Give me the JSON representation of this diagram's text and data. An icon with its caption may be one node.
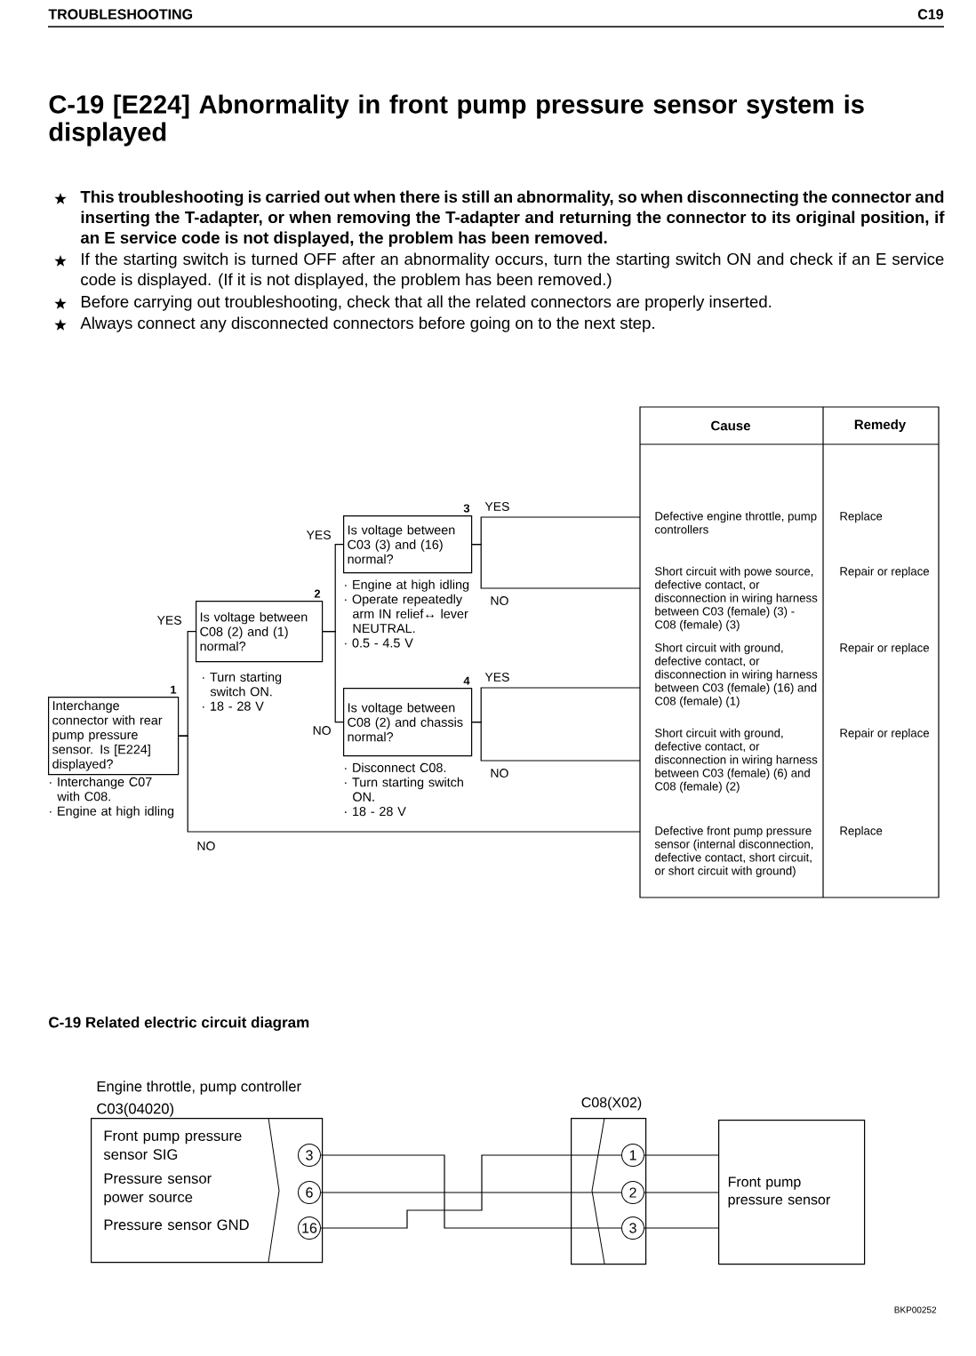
{
  "diagram": {
    "title": "C-19 [E224] Abnormality in front pump pressure sensor system is displayed",
    "nodes": [
      {
        "text": [
          "Interchange connector with rear pump pressure sensor. Is [E224] displayed?"
        ],
        "beside": [
          "1",
          "· Interchange C07 with C08.",
          "· Engine at high idling"
        ]
      },
      {
        "text": [
          "Is voltage between C08 (2) and (1) normal?"
        ],
        "beside": [
          "2",
          "· Turn starting switch ON.",
          "· 18 - 28 V"
        ]
      },
      {
        "text": [
          "Is voltage between C03 (3) and (16) normal?"
        ],
        "beside": [
          "3",
          "· Engine at high idling",
          "· Operate repeatedly arm IN relief↔ lever NEUTRAL.",
          "· 0.5 - 4.5 V"
        ]
      },
      {
        "text": [
          "Is voltage between C08 (2) and chassis normal?"
        ],
        "beside": [
          "4",
          "· Disconnect C08.",
          "· Turn starting switch ON.",
          "· 18 - 28 V"
        ]
      },
      {
        "text": [
          "Defective engine throttle, pump controllers",
          "Replace"
        ]
      },
      {
        "text": [
          "Short circuit with powe source, defective contact, or disconnection in wiring harness between C03 (female) (3) - C08 (female) (3)",
          "Repair or replace"
        ]
      },
      {
        "text": [
          "Short circuit with ground, defective contact, or disconnection in wiring harness between C03 (female) (16) and C08 (female) (1)",
          "Repair or replace"
        ]
      },
      {
        "text": [
          "Short circuit with ground, defective contact, or disconnection in wiring harness between C03 (female) (6) and C08 (female) (2)",
          "Repair or replace"
        ]
      },
      {
        "text": [
          "Defective front pump pressure sensor (internal disconnection, defective contact, short circuit, or short circuit with ground)",
          "Replace"
        ]
      },
      {
        "text": [
          "Engine throttle, pump controller",
          "C03(04020)",
          "Front pump pressure sensor SIG",
          "Pressure sensor power source",
          "Pressure sensor GND"
        ]
      },
      {
        "text": [
          "3"
        ],
        "in": 9
      },
      {
        "text": [
          "6"
        ],
        "in": 9
      },
      {
        "text": [
          "16"
        ],
        "in": 9
      },
      {
        "text": [
          "C08(X02)"
        ]
      },
      {
        "text": [
          "1"
        ],
        "in": 13
      },
      {
        "text": [
          "2"
        ],
        "in": 13
      },
      {
        "text": [
          "3"
        ],
        "in": 13
      },
      {
        "text": [
          "Front pump pressure sensor"
        ]
      }
    ],
    "edges": [
      {
        "from": 0,
        "to": 1,
        "arrow": "none",
        "label": "YES"
      },
      {
        "from": 0,
        "to": 8,
        "arrow": "none",
        "label": "NO"
      },
      {
        "from": 1,
        "to": 2,
        "arrow": "none",
        "label": "YES"
      },
      {
        "from": 1,
        "to": 3,
        "arrow": "none",
        "label": "NO"
      },
      {
        "from": 2,
        "to": 4,
        "arrow": "none",
        "label": "YES"
      },
      {
        "from": 2,
        "to": 5,
        "arrow": "none",
        "label": "NO"
      },
      {
        "from": 3,
        "to": 6,
        "arrow": "none",
        "label": "YES"
      },
      {
        "from": 3,
        "to": 7,
        "arrow": "none",
        "label": "NO"
      },
      {
        "from": 10,
        "to": 16,
        "arrow": "none"
      },
      {
        "from": 11,
        "to": 15,
        "arrow": "none"
      },
      {
        "from": 12,
        "to": 14,
        "arrow": "none"
      },
      {
        "from": 14,
        "to": 17,
        "arrow": "none"
      },
      {
        "from": 15,
        "to": 17,
        "arrow": "none"
      },
      {
        "from": 16,
        "to": 17,
        "arrow": "none"
      }
    ],
    "labels": [
      "TROUBLESHOOTING",
      "C19",
      "This troubleshooting is carried out when there is still an abnormality, so when disconnecting the connector and inserting the T-adapter, or when removing the T-adapter and returning the connector to its original position, if an E service code is not displayed, the problem has been removed.",
      "If the starting switch is turned OFF after an abnormality occurs, turn the starting switch ON and check if an E service code is displayed. (If it is not displayed, the problem has been removed.)",
      "Before carrying out troubleshooting, check that all the related connectors are properly inserted.",
      "Always connect any disconnected connectors before going on to the next step.",
      "Cause",
      "Remedy",
      "C-19 Related electric circuit diagram",
      "BKP00252"
    ]
  }
}
